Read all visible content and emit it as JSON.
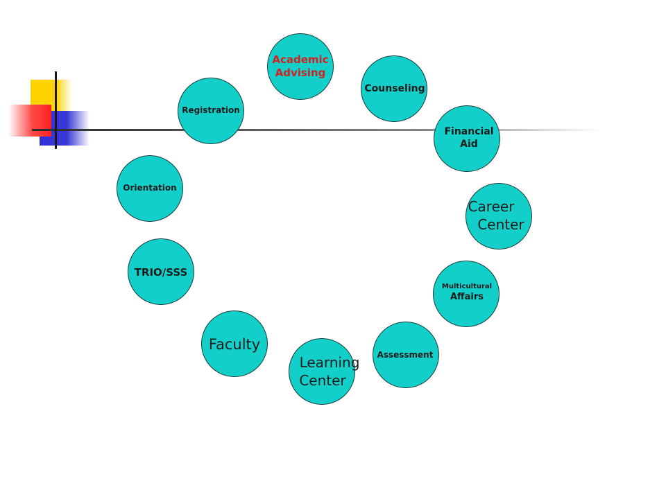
{
  "nodes": [
    {
      "key": "academic_advising",
      "line1": "Academic",
      "line2": "Advising"
    },
    {
      "key": "counseling",
      "line1": "Counseling",
      "line2": ""
    },
    {
      "key": "financial_aid",
      "line1": "Financial",
      "line2": "Aid"
    },
    {
      "key": "career_center",
      "line1": "Career",
      "line2": "Center"
    },
    {
      "key": "multicultural_affairs",
      "line1": "Multicultural",
      "line2": "Affairs"
    },
    {
      "key": "assessment",
      "line1": "Assessment",
      "line2": ""
    },
    {
      "key": "learning_center",
      "line1": "Learning",
      "line2": "Center"
    },
    {
      "key": "faculty",
      "line1": "Faculty",
      "line2": ""
    },
    {
      "key": "trio_sss",
      "line1": "TRIO/SSS",
      "line2": ""
    },
    {
      "key": "orientation",
      "line1": "Orientation",
      "line2": ""
    },
    {
      "key": "registration",
      "line1": "Registration",
      "line2": ""
    }
  ],
  "colors": {
    "circle_fill": "#13cfc9",
    "highlight_text": "#d42020",
    "text": "#1b1b1b",
    "deco_yellow": "#ffd200",
    "deco_red": "#ff4a4a",
    "deco_blue": "#3a3ad8"
  }
}
